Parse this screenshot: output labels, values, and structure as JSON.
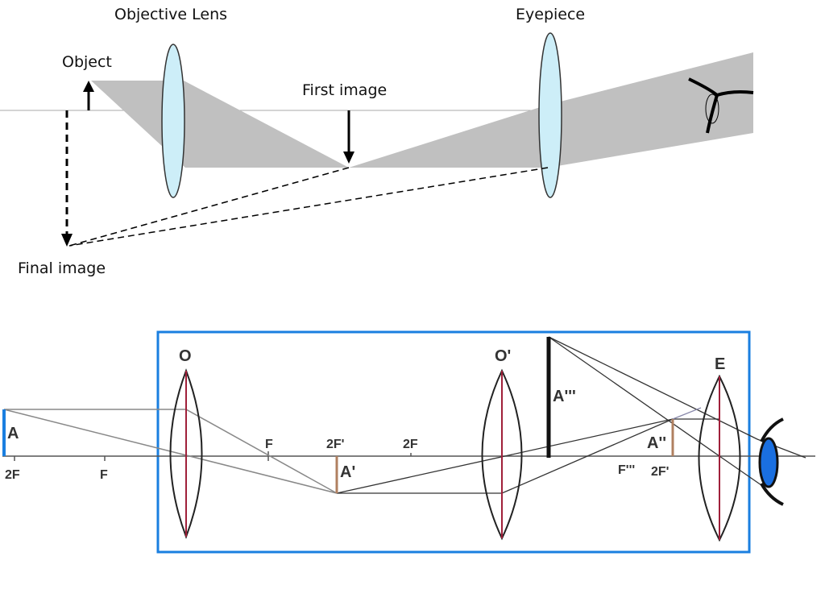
{
  "top_diagram": {
    "labels": {
      "objective": "Objective Lens",
      "eyepiece": "Eyepiece",
      "object": "Object",
      "first_image": "First image",
      "final_image": "Final image"
    },
    "colors": {
      "lens_fill": "#cdeef8",
      "ray_region": "#c0c0c0"
    }
  },
  "bottom_diagram": {
    "labels": {
      "A": "A",
      "2F_left": "2F",
      "F_left": "F",
      "O": "O",
      "F_right": "F",
      "2F_prime": "2F'",
      "2F_mid": "2F",
      "A_prime": "A'",
      "O_prime": "O'",
      "A_triple": "A'''",
      "A_double": "A''",
      "F_triple": "F'''",
      "2F_prime_2": "2F'",
      "E": "E"
    },
    "colors": {
      "frame": "#1a7fe0",
      "lens_axis": "#a0203a",
      "image_bar": "#b08060",
      "eye": "#1a6fe0"
    }
  }
}
